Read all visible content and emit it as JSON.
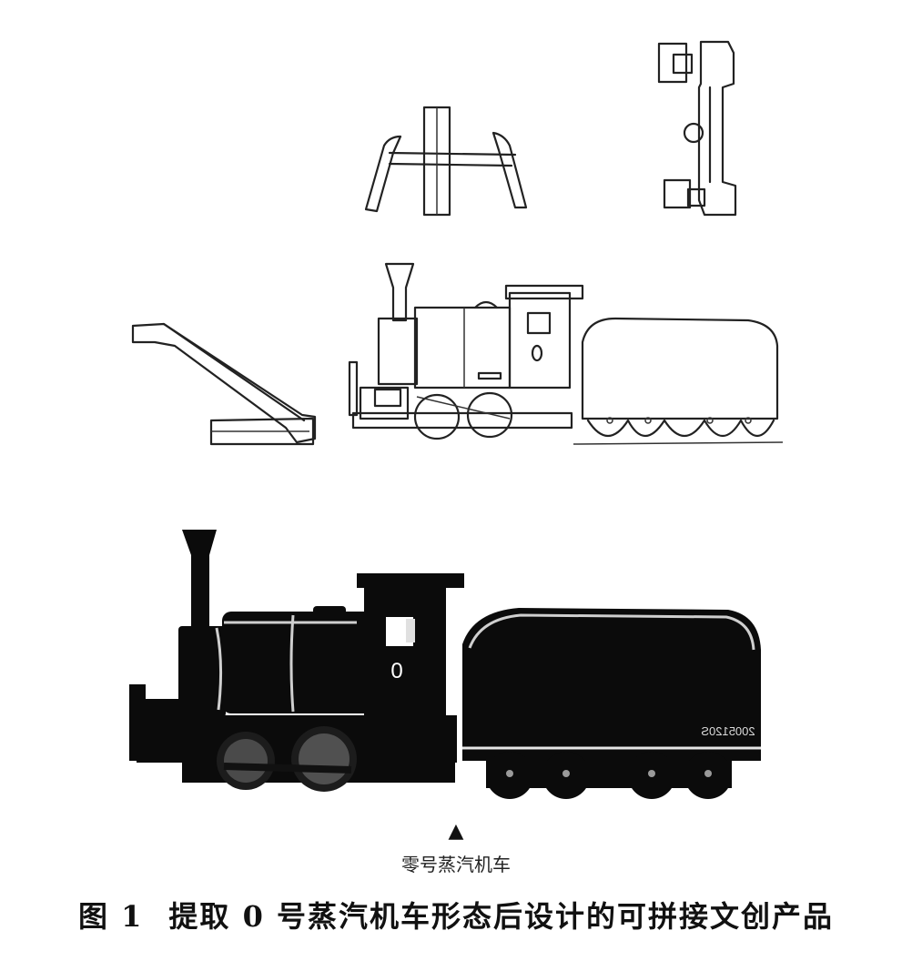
{
  "model_number_mark": "0",
  "tender_serial": "2005120S",
  "product_label": "零号蒸汽机车",
  "arrow_glyph": "▲",
  "caption": {
    "number": "图 1",
    "text": "提取 0 号蒸汽机车形态后设计的可拼接文创产品"
  }
}
